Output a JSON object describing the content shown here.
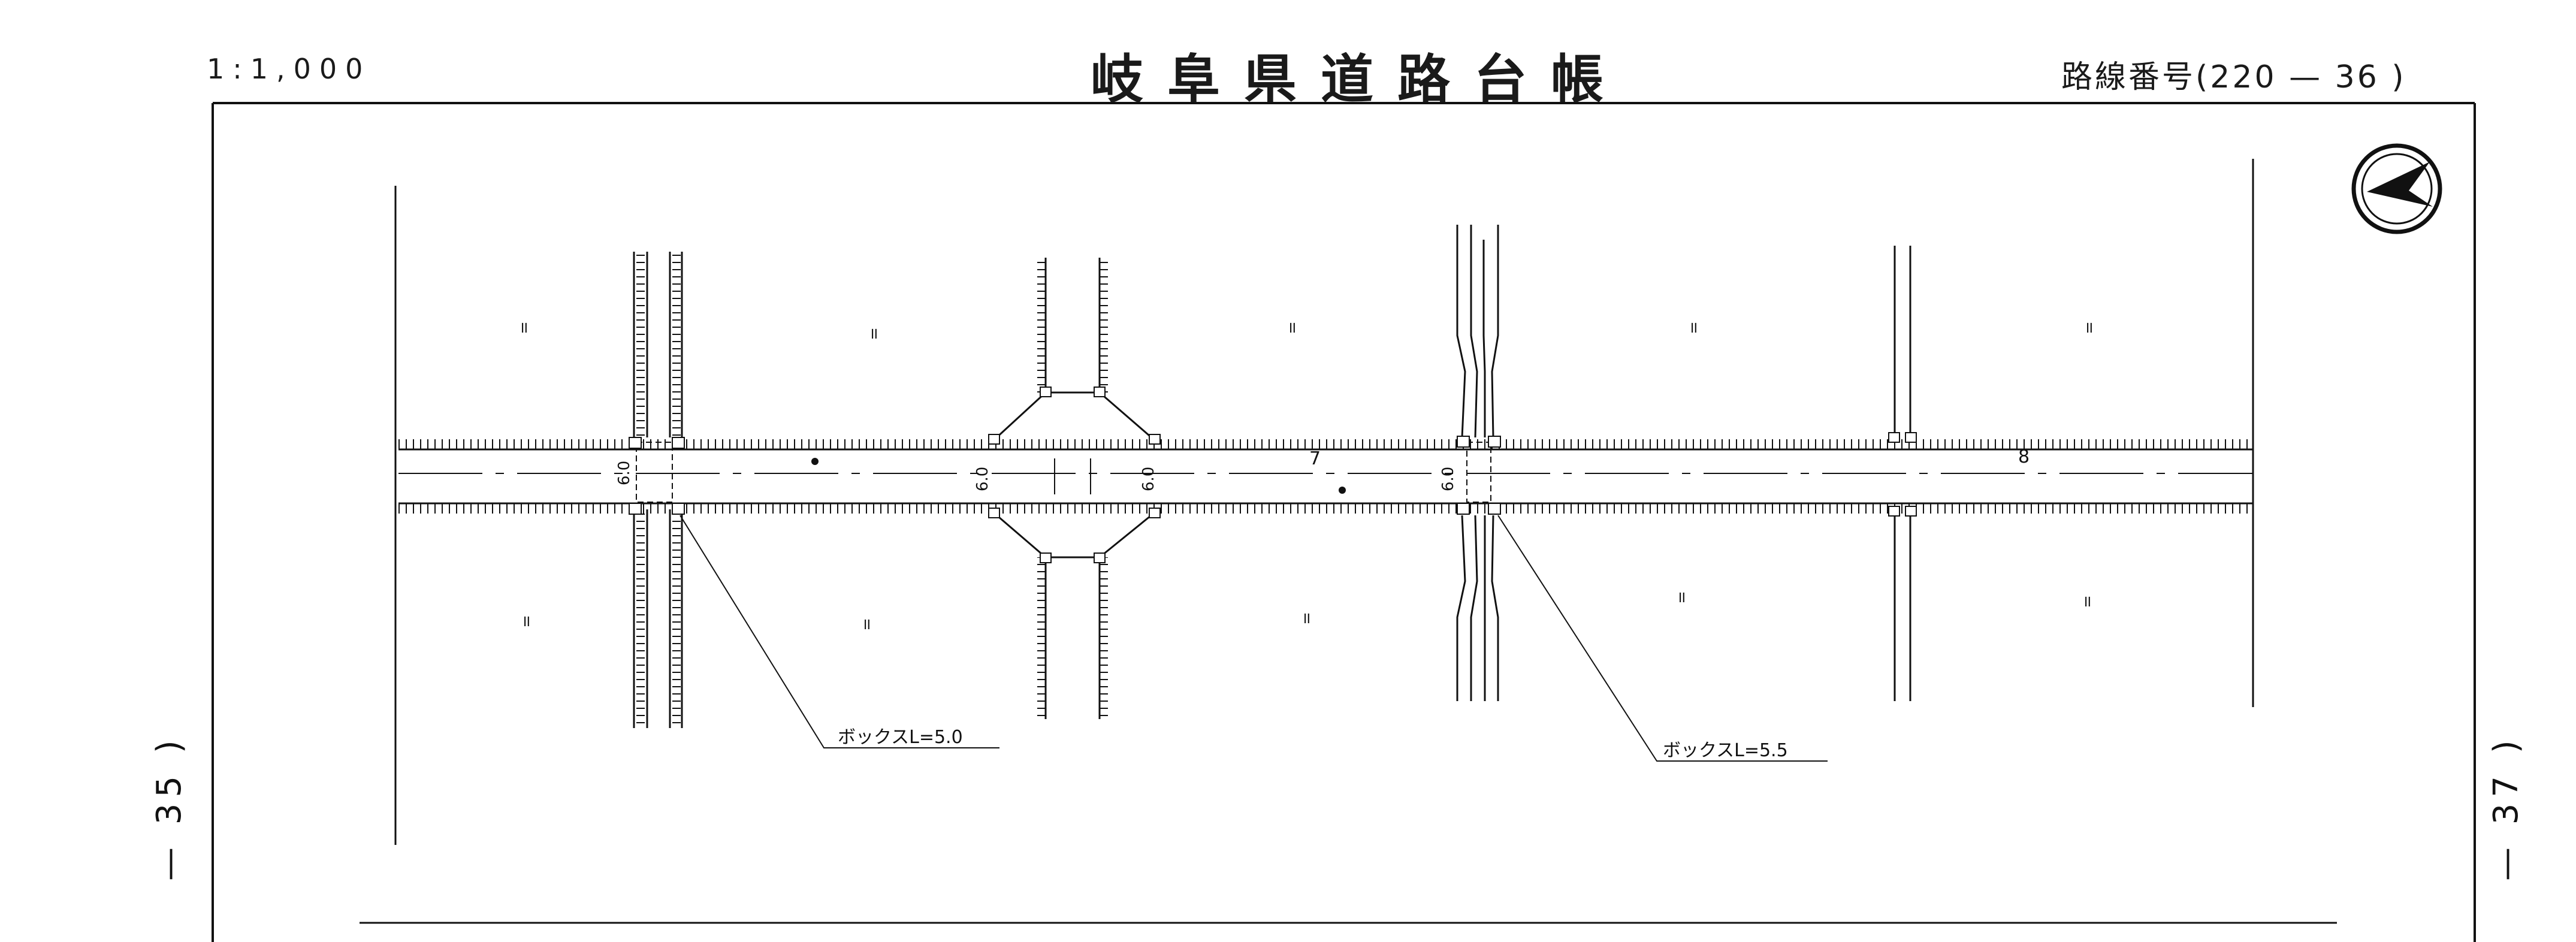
{
  "header": {
    "scale": "1:1,000",
    "title": "岐阜県道路台帳",
    "route_label": "路線番号",
    "route_number": "(220 — 36 )"
  },
  "adjacent_sheets": {
    "previous": "— 35 )",
    "next": "— 37 )"
  },
  "map": {
    "station_labels": [
      "7",
      "8"
    ],
    "road_width_labels": [
      "6.0",
      "6.0",
      "6.0",
      "6.0"
    ],
    "culvert_notes": [
      "ボックスL=5.0",
      "ボックスL=5.5"
    ],
    "land_use_marks": [
      "॥",
      "॥",
      "॥",
      "॥",
      "॥",
      "॥",
      "॥",
      "॥",
      "॥",
      "॥"
    ],
    "north_arrow": "north-arrow-icon"
  },
  "colors": {
    "ink": "#111111",
    "paper": "#ffffff"
  }
}
